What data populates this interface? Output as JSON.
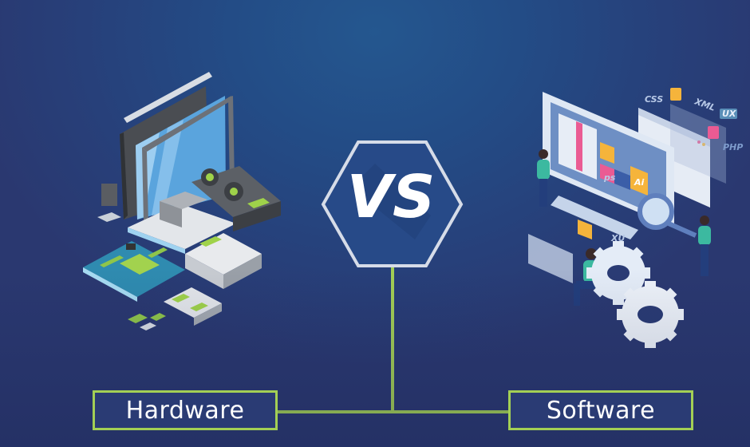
{
  "diagram": {
    "title_badge": "VS",
    "left": {
      "label": "Hardware"
    },
    "right": {
      "label": "Software"
    },
    "software_tags": [
      "CSS",
      "XML",
      "UX",
      "PHP",
      "XU",
      "Ai",
      "ps"
    ],
    "colors": {
      "background": "#27407a",
      "background_center": "#24578f",
      "connector": "#a3cf55",
      "hexagon_stroke": "#d6dce8",
      "text": "#ffffff"
    }
  }
}
